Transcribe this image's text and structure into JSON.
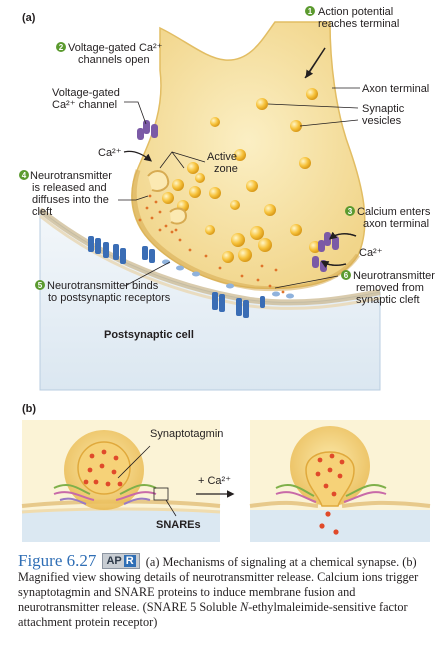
{
  "panels": {
    "a": "(a)",
    "b": "(b)"
  },
  "steps": [
    {
      "num": "1",
      "lines": [
        "Action potential",
        "reaches terminal"
      ]
    },
    {
      "num": "2",
      "lines": [
        "Voltage-gated Ca²⁺",
        "channels open"
      ]
    },
    {
      "num": "3",
      "lines": [
        "Calcium enters",
        "axon terminal"
      ]
    },
    {
      "num": "4",
      "lines": [
        "Neurotransmitter",
        "is released and",
        "diffuses into the",
        "cleft"
      ]
    },
    {
      "num": "5",
      "lines": [
        "Neurotransmitter binds",
        "to postsynaptic receptors"
      ]
    },
    {
      "num": "6",
      "lines": [
        "Neurotransmitter",
        "removed from",
        "synaptic cleft"
      ]
    }
  ],
  "labels": {
    "axon_terminal": "Axon terminal",
    "synaptic_vesicles": [
      "Synaptic",
      "vesicles"
    ],
    "vg_channel": [
      "Voltage-gated",
      "Ca²⁺ channel"
    ],
    "ca_left": "Ca²⁺",
    "ca_right": "Ca²⁺",
    "active_zone": [
      "Active",
      "zone"
    ],
    "postsynaptic_cell": "Postsynaptic cell",
    "synaptotagmin": "Synaptotagmin",
    "plus_ca": "+ Ca²⁺",
    "snares": "SNAREs"
  },
  "caption": {
    "figure": "Figure 6.27",
    "badge_ap": "AP",
    "badge_r": "R",
    "text": "(a) Mechanisms of signaling at a chemical synapse. (b) Magnified view showing details of neurotransmitter release. Calcium ions trigger synaptotagmin and SNARE proteins to induce membrane fusion and neurotransmitter release. (SNARE 5 Soluble ",
    "italic": "N",
    "text2": "-ethylmaleimide-sensitive factor attachment protein receptor)"
  },
  "colors": {
    "terminal": "#f6e3a3",
    "terminal_edge": "#e8c56a",
    "vesicle": "#f7c23a",
    "postsynaptic": "#d7e6f1",
    "panel_b_bg": "#fbf3d6",
    "number_badge": "#5b9a2f",
    "channel": "#7b5aa6",
    "receptor": "#3a6db5",
    "figure_title": "#2f6eb5"
  }
}
